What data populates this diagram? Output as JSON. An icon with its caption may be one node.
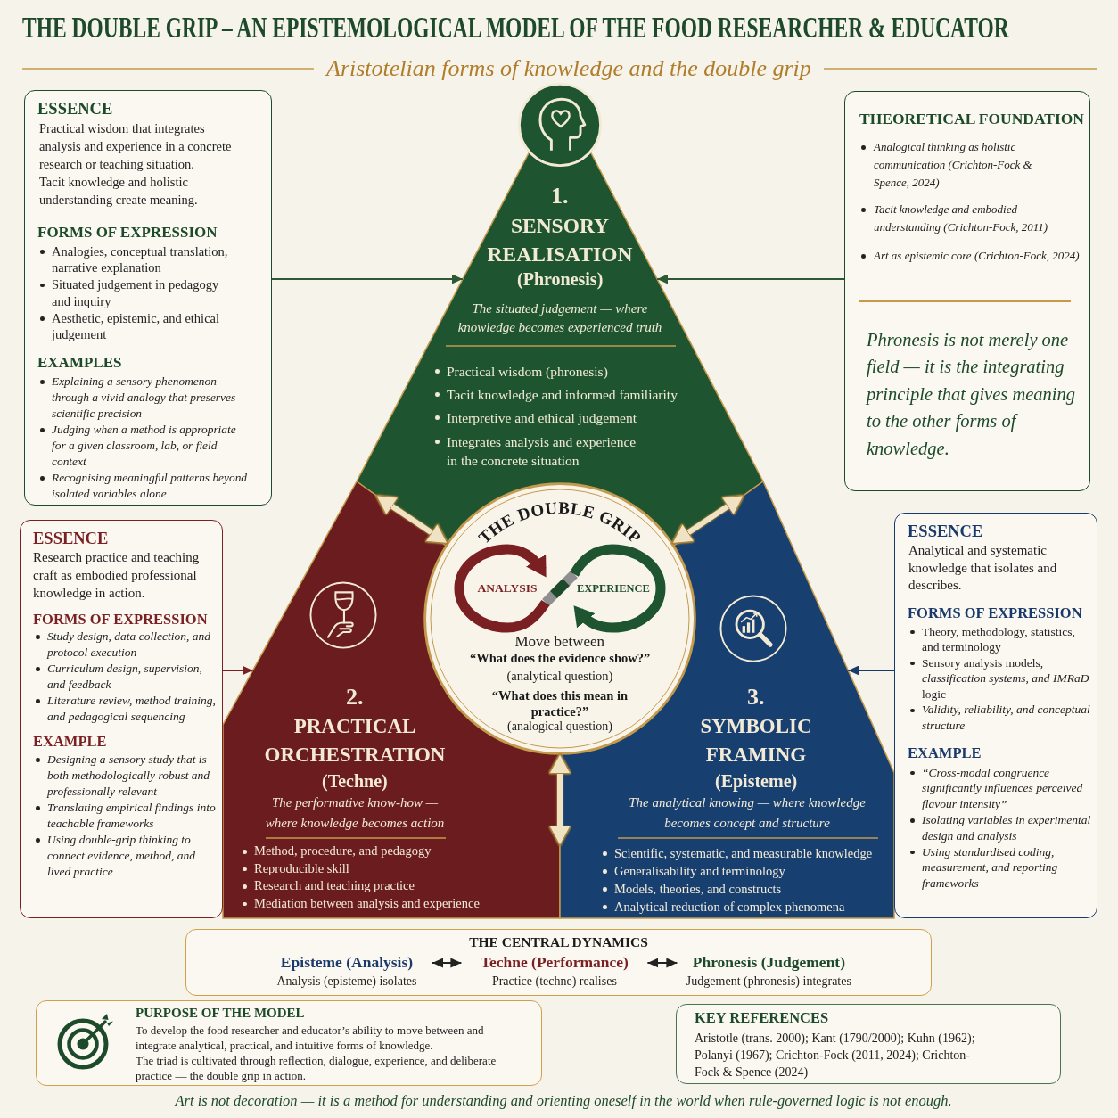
{
  "diagram": {
    "title": "THE DOUBLE GRIP – AN EPISTEMOLOGICAL MODEL OF THE FOOD RESEARCHER & EDUCATOR",
    "caption": "Art is not decoration — it is a method for understanding and orienting oneself in the world when rule-governed logic is not enough.",
    "nodes": [
      {
        "text": [
          "ESSENCE",
          "Practical wisdom that integrates analysis and experience in a concrete research or teaching situation.",
          "Tacit knowledge and holistic understanding create meaning.",
          "FORMS OF EXPRESSION",
          "Analogies, conceptual translation, narrative explanation",
          "Situated judgement in pedagogy and inquiry",
          "Aesthetic, epistemic, and ethical judgement",
          "EXAMPLES",
          "Explaining a sensory phenomenon through a vivid analogy that preserves scientific precision",
          "Judging when a method is appropriate for a given classroom, lab, or field context",
          "Recognising meaningful patterns beyond isolated variables alone"
        ]
      },
      {
        "text": [
          "1.",
          "SENSORY REALISATION",
          "(Phronesis)",
          "The situated judgement — where knowledge becomes experienced truth",
          "Practical wisdom (phronesis)",
          "Tacit knowledge and informed familiarity",
          "Interpretive and ethical judgement",
          "Integrates analysis and experience in the concrete situation"
        ]
      },
      {
        "text": [
          "THEORETICAL FOUNDATION",
          "Analogical thinking as holistic communication (Crichton-Fock & Spence, 2024)",
          "Tacit knowledge and embodied understanding (Crichton-Fock, 2011)",
          "Art as epistemic core (Crichton-Fock, 2024)",
          "Phronesis is not merely one field — it is the integrating principle that gives meaning to the other forms of knowledge."
        ]
      },
      {
        "text": [
          "ESSENCE",
          "Research practice and teaching craft as embodied professional knowledge in action.",
          "FORMS OF EXPRESSION",
          "Study design, data collection, and protocol execution",
          "Curriculum design, supervision, and feedback",
          "Literature review, method training, and pedagogical sequencing",
          "EXAMPLE",
          "Designing a sensory study that is both methodologically robust and professionally relevant",
          "Translating empirical findings into teachable frameworks",
          "Using double-grip thinking to connect evidence, method, and lived practice"
        ]
      },
      {
        "text": [
          "2.",
          "PRACTICAL ORCHESTRATION",
          "(Techne)",
          "The performative know-how — where knowledge becomes action",
          "Method, procedure, and pedagogy",
          "Reproducible skill",
          "Research and teaching practice",
          "Mediation between analysis and experience"
        ]
      },
      {
        "text": [
          "THE DOUBLE GRIP",
          "ANALYSIS",
          "EXPERIENCE",
          "Move between",
          "“What does the evidence show?”",
          "(analytical question)",
          "“What does this mean in practice?”",
          "(analogical question)"
        ]
      },
      {
        "text": [
          "3.",
          "SYMBOLIC FRAMING",
          "(Episteme)",
          "The analytical knowing — where knowledge becomes concept and structure",
          "Scientific, systematic, and measurable knowledge",
          "Generalisability and terminology",
          "Models, theories, and constructs",
          "Analytical reduction of complex phenomena"
        ]
      },
      {
        "text": [
          "ESSENCE",
          "Analytical and systematic knowledge that isolates and describes.",
          "FORMS OF EXPRESSION",
          "Theory, methodology, statistics, and terminology",
          "Sensory analysis models, *classification systems, and IMRaD* logic",
          "Validity, reliability, and conceptual structure",
          "EXAMPLE",
          "“Cross-modal congruence significantly influences perceived flavour intensity”",
          "Isolating variables in experimental design and analysis",
          "Using standardised coding, measurement, and reporting frameworks"
        ]
      },
      {
        "text": [
          "THE CENTRAL DYNAMICS"
        ]
      },
      {
        "text": [
          "Episteme (Analysis)",
          "Analysis (episteme) isolates"
        ],
        "in": 8
      },
      {
        "text": [
          "Techne (Performance)",
          "Practice (techne) realises"
        ],
        "in": 8
      },
      {
        "text": [
          "Phronesis (Judgement)",
          "Judgement (phronesis) integrates"
        ],
        "in": 8
      },
      {
        "text": [
          "PURPOSE OF THE MODEL",
          "To develop the food researcher and educator’s ability to move between and integrate analytical, practical, and intuitive forms of knowledge.",
          "The triad is cultivated through reflection, dialogue, experience, and deliberate practice — the double grip in action."
        ]
      },
      {
        "text": [
          "KEY REFERENCES",
          "Aristotle (trans. 2000); Kant (1790/2000); Kuhn (1962); Polanyi (1967); Crichton-Fock (2011, 2024); Crichton-Fock & Spence (2024)"
        ]
      }
    ],
    "edges": [
      {
        "from": 0,
        "to": 1,
        "arrow": "to",
        "color": "#2d5a35"
      },
      {
        "from": 2,
        "to": 1,
        "arrow": "to",
        "color": "#2d5a35"
      },
      {
        "from": 3,
        "to": 4,
        "arrow": "to",
        "color": "#7a1f22"
      },
      {
        "from": 7,
        "to": 6,
        "arrow": "to",
        "color": "#1a3a6b"
      },
      {
        "from": 5,
        "to": 4,
        "arrow": "both",
        "style": "thick",
        "color": "#efe3c4"
      },
      {
        "from": 5,
        "to": 6,
        "arrow": "both",
        "style": "thick",
        "color": "#efe3c4"
      },
      {
        "from": 5,
        "to": 4,
        "arrow": "both",
        "style": "thick",
        "color": "#efe3c4"
      },
      {
        "from": 9,
        "to": 10,
        "arrow": "both",
        "color": "#222222"
      },
      {
        "from": 10,
        "to": 11,
        "arrow": "both",
        "color": "#222222"
      }
    ],
    "labels": [
      "Aristotelian forms of knowledge and the double grip"
    ]
  }
}
